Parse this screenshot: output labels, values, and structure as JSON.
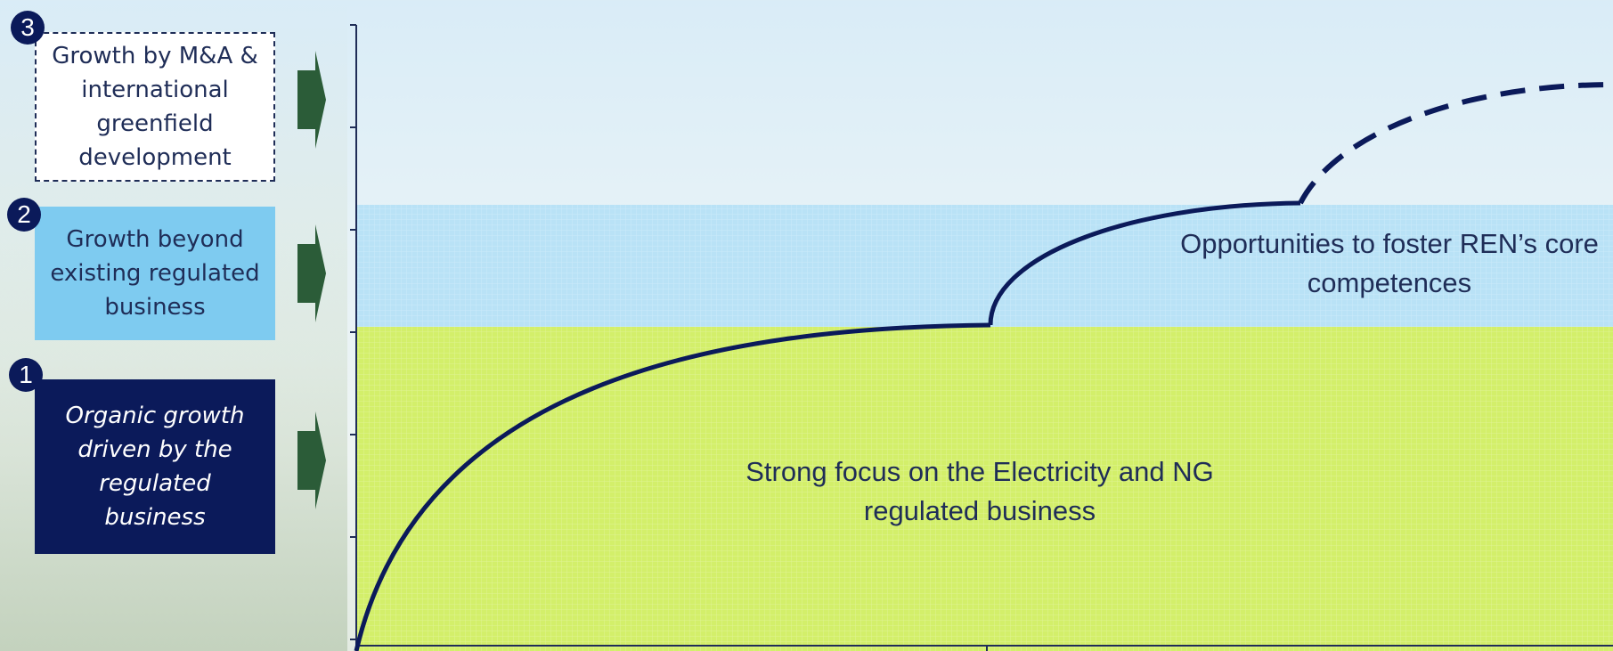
{
  "stages": [
    {
      "number": "3",
      "text": "Growth by M&A & international greenfield development"
    },
    {
      "number": "2",
      "text": "Growth beyond existing regulated business"
    },
    {
      "number": "1",
      "text": "Organic growth driven by the regulated business"
    }
  ],
  "diagram": {
    "band_opportunities_label": "Opportunities to foster REN’s core competences",
    "band_core_label": "Strong focus on the Electricity and NG regulated business"
  },
  "colors": {
    "navy": "#0b1a5a",
    "light_blue": "#7ecbf0",
    "lime": "#d3ef6a",
    "sky_band": "#b9e2f6",
    "arrow_green": "#2b5c38"
  }
}
